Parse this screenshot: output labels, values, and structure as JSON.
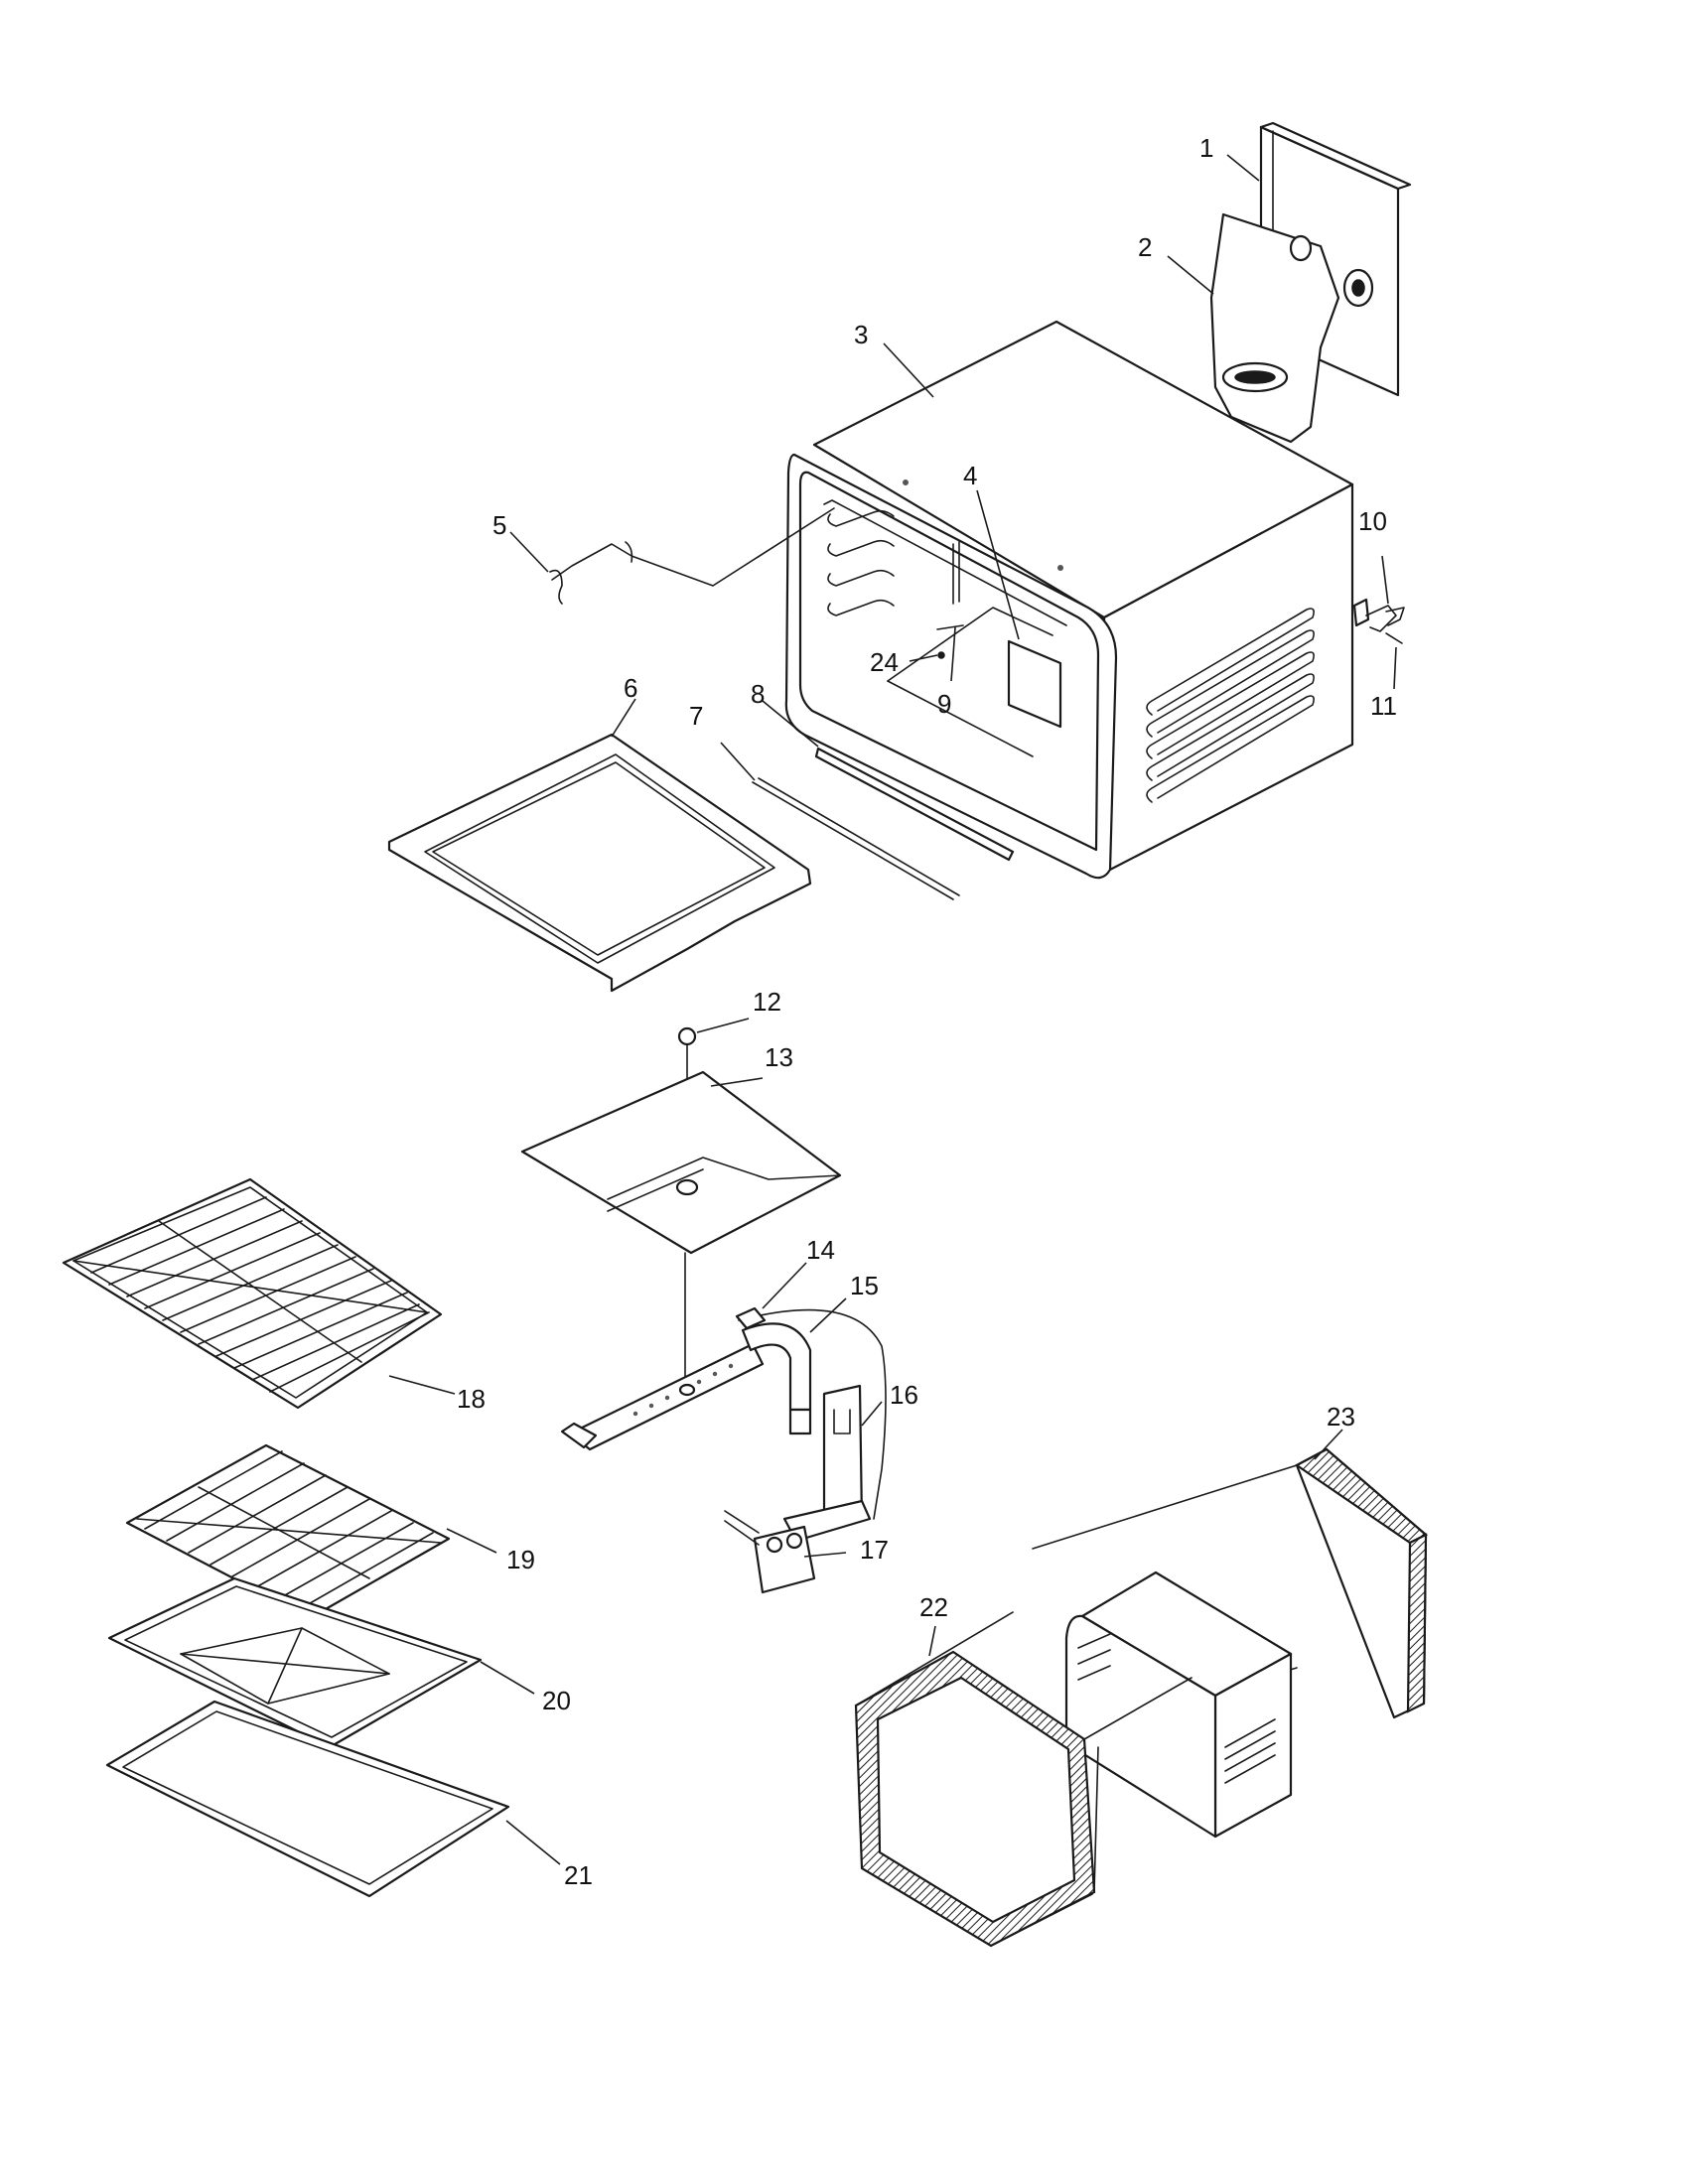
{
  "callouts": [
    {
      "id": "1",
      "label": "1"
    },
    {
      "id": "2",
      "label": "2"
    },
    {
      "id": "3",
      "label": "3"
    },
    {
      "id": "4",
      "label": "4"
    },
    {
      "id": "5",
      "label": "5"
    },
    {
      "id": "6",
      "label": "6"
    },
    {
      "id": "7",
      "label": "7"
    },
    {
      "id": "8",
      "label": "8"
    },
    {
      "id": "9",
      "label": "9"
    },
    {
      "id": "10",
      "label": "10"
    },
    {
      "id": "11",
      "label": "11"
    },
    {
      "id": "12",
      "label": "12"
    },
    {
      "id": "13",
      "label": "13"
    },
    {
      "id": "14",
      "label": "14"
    },
    {
      "id": "15",
      "label": "15"
    },
    {
      "id": "16",
      "label": "16"
    },
    {
      "id": "17",
      "label": "17"
    },
    {
      "id": "18",
      "label": "18"
    },
    {
      "id": "19",
      "label": "19"
    },
    {
      "id": "20",
      "label": "20"
    },
    {
      "id": "21",
      "label": "21"
    },
    {
      "id": "22",
      "label": "22"
    },
    {
      "id": "23",
      "label": "23"
    },
    {
      "id": "24",
      "label": "24"
    }
  ],
  "colors": {
    "line": "#1a1a1a",
    "background": "#ffffff"
  }
}
